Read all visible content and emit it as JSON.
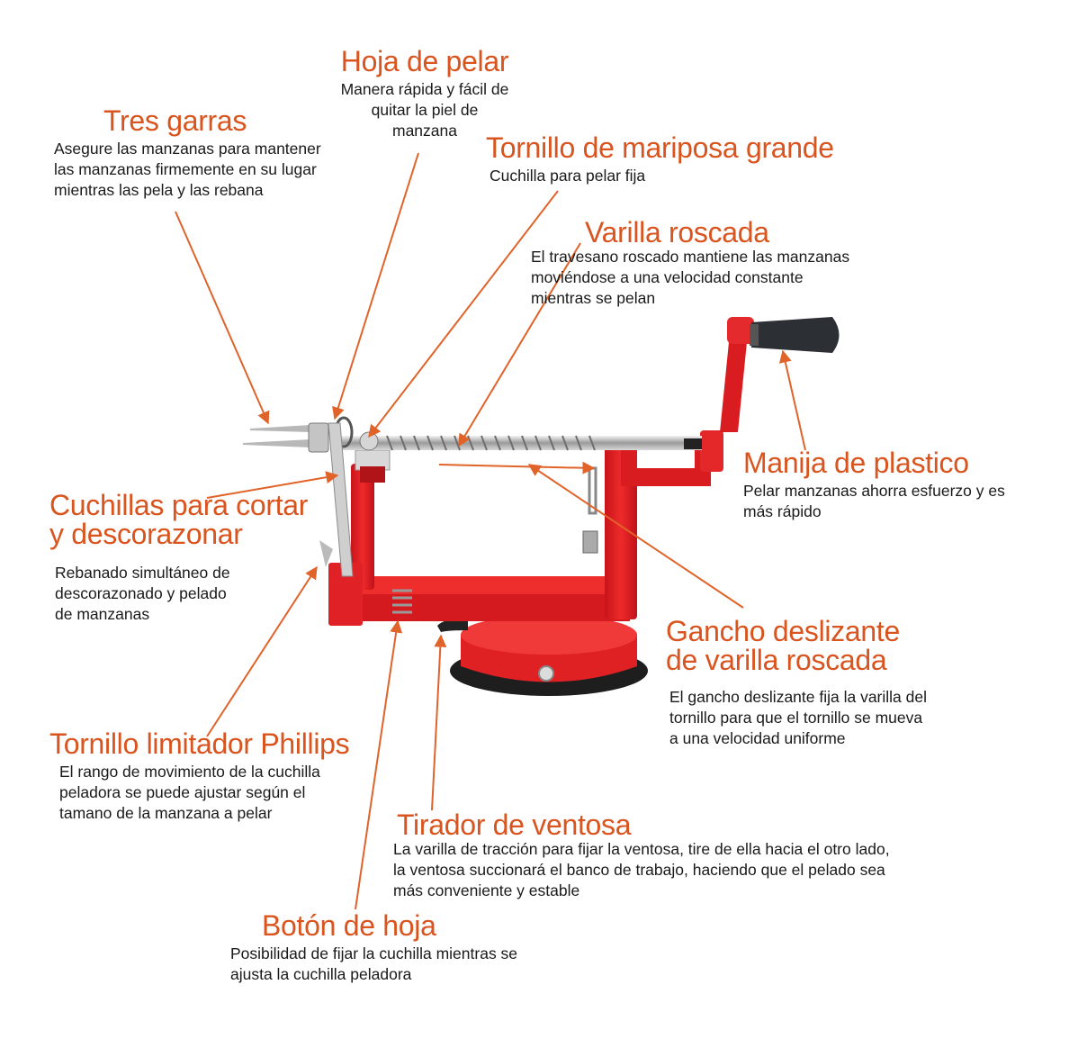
{
  "accent_color": "#d9541e",
  "callouts": {
    "hoja_pelar": {
      "title": "Hoja de pelar",
      "lines": [
        "Manera rápida y fácil de",
        "quitar la piel de",
        "manzana"
      ]
    },
    "tres_garras": {
      "title": "Tres garras",
      "lines": [
        "Asegure las manzanas para mantener",
        "las manzanas firmemente en su lugar",
        "mientras las pela y las rebana"
      ]
    },
    "tornillo_mariposa": {
      "title": "Tornillo de mariposa grande",
      "lines": [
        "Cuchilla para pelar fija"
      ]
    },
    "varilla_roscada": {
      "title": "Varilla roscada",
      "lines": [
        "El travesano roscado mantiene las manzanas",
        "moviéndose a una velocidad constante",
        "mientras se pelan"
      ]
    },
    "manija_plastico": {
      "title": "Manija de plastico",
      "lines": [
        "Pelar manzanas ahorra esfuerzo y es",
        "más rápido"
      ]
    },
    "cuchillas_cortar": {
      "title_lines": [
        "Cuchillas para cortar",
        "y descorazonar"
      ],
      "lines": [
        "Rebanado simultáneo de",
        "descorazonado y pelado",
        "de manzanas"
      ]
    },
    "gancho_deslizante": {
      "title_lines": [
        "Gancho deslizante",
        "de varilla roscada"
      ],
      "lines": [
        "El gancho deslizante fija la varilla del",
        "tornillo para que el tornillo se mueva",
        "a una velocidad uniforme"
      ]
    },
    "tornillo_phillips": {
      "title": "Tornillo limitador Phillips",
      "lines": [
        "El rango de movimiento de la cuchilla",
        "peladora se puede ajustar según el",
        "tamano de la manzana a pelar"
      ]
    },
    "tirador_ventosa": {
      "title": "Tirador de ventosa",
      "lines": [
        "La varilla de tracción para fijar la ventosa, tire de ella hacia el otro lado,",
        "la ventosa succionará el banco de trabajo, haciendo que el pelado sea",
        "más conveniente y estable"
      ]
    },
    "boton_hoja": {
      "title": "Botón de hoja",
      "lines": [
        "Posibilidad de fijar la cuchilla mientras se",
        "ajusta la cuchilla peladora"
      ]
    }
  }
}
